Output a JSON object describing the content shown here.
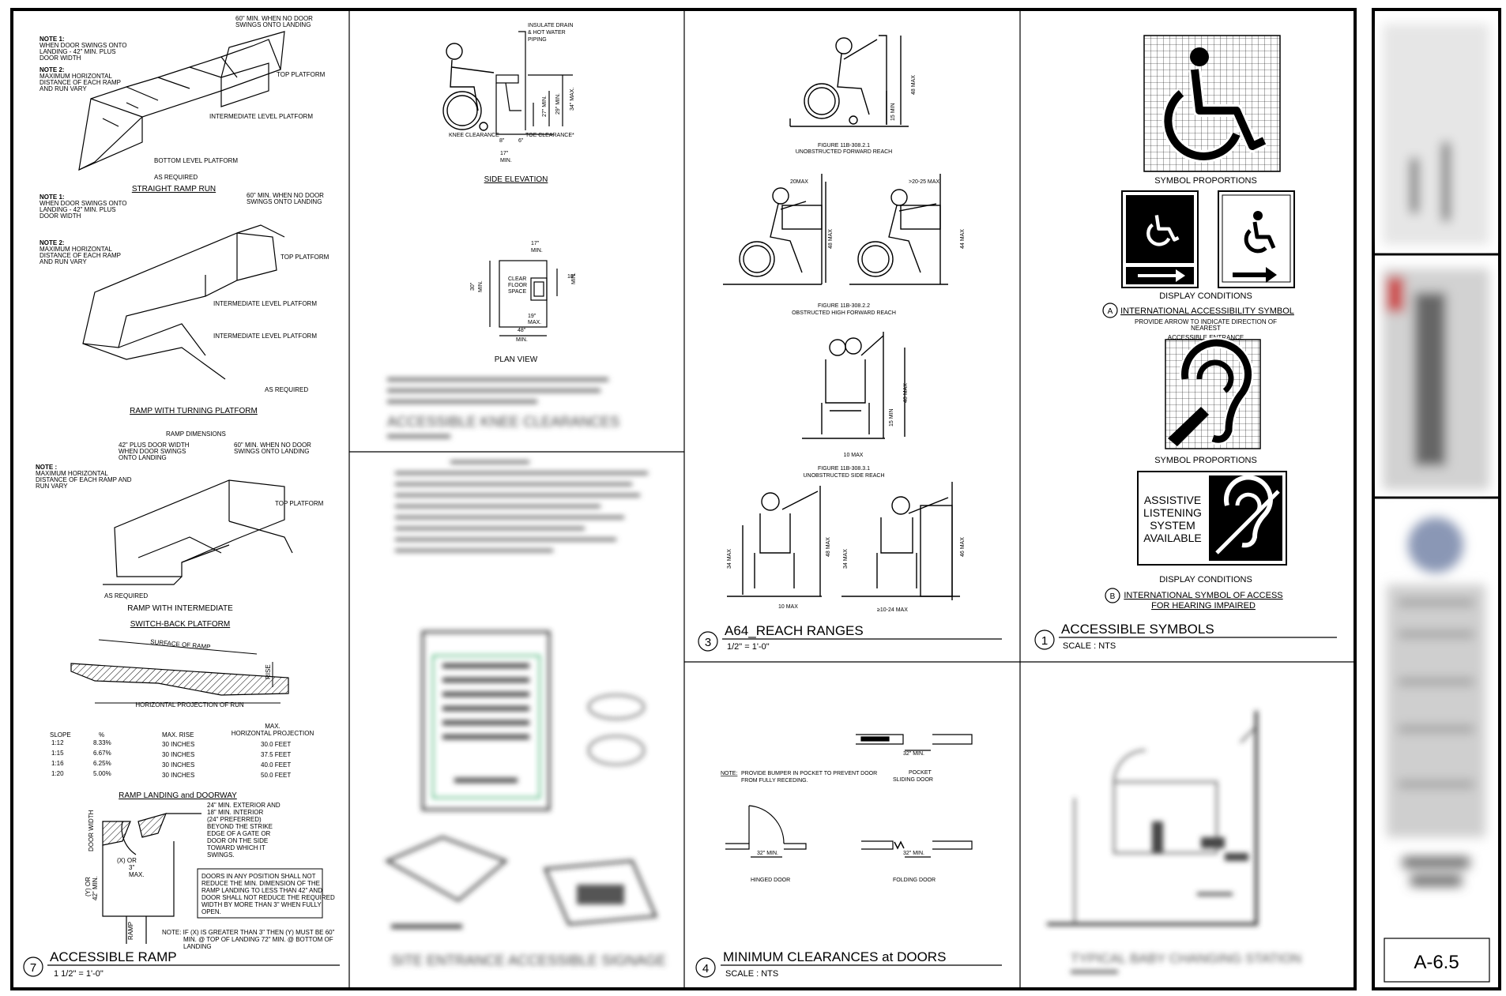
{
  "sheet_number": "A-6.5",
  "panels": {
    "ramp": {
      "number": "7",
      "title": "ACCESSIBLE RAMP",
      "scale": "1 1/2\" = 1'-0\"",
      "straight_run": {
        "caption": "STRAIGHT RAMP RUN",
        "note1": [
          "NOTE 1:",
          "WHEN DOOR SWINGS ONTO",
          "LANDING - 42\" MIN. PLUS",
          "DOOR WIDTH"
        ],
        "note2": [
          "NOTE 2:",
          "MAXIMUM HORIZONTAL",
          "DISTANCE OF EACH RAMP",
          "AND RUN VARY"
        ],
        "top_note": [
          "60\" MIN. WHEN NO DOOR",
          "SWINGS ONTO LANDING"
        ],
        "labels": [
          "TOP PLATFORM",
          "INTERMEDIATE LEVEL PLATFORM",
          "BOTTOM LEVEL PLATFORM",
          "AS REQUIRED"
        ]
      },
      "turning": {
        "caption": "RAMP WITH TURNING PLATFORM",
        "labels": [
          "TOP PLATFORM",
          "INTERMEDIATE LEVEL PLATFORM",
          "INTERMEDIATE LEVEL PLATFORM",
          "AS REQUIRED"
        ]
      },
      "switchback": {
        "caption1": "RAMP WITH INTERMEDIATE",
        "caption2": "SWITCH-BACK PLATFORM",
        "header": "RAMP DIMENSIONS",
        "left_note": [
          "42\" PLUS DOOR WIDTH",
          "WHEN DOOR SWINGS",
          "ONTO LANDING"
        ],
        "right_note": [
          "60\" MIN. WHEN NO DOOR",
          "SWINGS ONTO LANDING"
        ],
        "note": [
          "NOTE :",
          "MAXIMUM HORIZONTAL",
          "DISTANCE OF EACH RAMP AND",
          "RUN VARY"
        ],
        "labels": [
          "TOP PLATFORM",
          "AS REQUIRED"
        ]
      },
      "slope": {
        "surface_label": "SURFACE OF RAMP",
        "rise_label": "RISE",
        "projection_label": "HORIZONTAL PROJECTION OF RUN",
        "headers": [
          "SLOPE",
          "%",
          "MAX. RISE",
          "MAX.",
          "HORIZONTAL PROJECTION"
        ],
        "rows": [
          [
            "1:12",
            "8.33%",
            "30 INCHES",
            "30.0 FEET"
          ],
          [
            "1:15",
            "6.67%",
            "30 INCHES",
            "37.5 FEET"
          ],
          [
            "1:16",
            "6.25%",
            "30 INCHES",
            "40.0 FEET"
          ],
          [
            "1:20",
            "5.00%",
            "30 INCHES",
            "50.0 FEET"
          ]
        ]
      },
      "landing": {
        "caption": "RAMP LANDING and DOORWAY",
        "min_note": [
          "24\" MIN. EXTERIOR AND",
          "18\" MIN. INTERIOR",
          "(24\" PREFERRED)",
          "BEYOND THE STRIKE",
          "EDGE OF A GATE OR",
          "DOOR ON THE SIDE",
          "TOWARD WHICH IT",
          "SWINGS."
        ],
        "boxed_note": [
          "DOORS IN ANY POSITION SHALL NOT",
          "REDUCE THE MIN. DIMENSION OF THE",
          "RAMP LANDING TO LESS THAN 42\" AND",
          "DOOR SHALL NOT REDUCE THE REQUIRED",
          "WIDTH BY MORE THAN 3\" WHEN FULLY",
          "OPEN."
        ],
        "bottom_note": [
          "NOTE:   IF (X) IS GREATER THAN 3\" THEN (Y) MUST BE  60\"",
          "MIN. @ TOP OF LANDING 72\" MIN. @ BOTTOM OF",
          "LANDING"
        ],
        "labels": [
          "DOOR WIDTH",
          "(X) OR",
          "3\"",
          "MAX.",
          "(Y) OR",
          "42\" MIN.",
          "RAMP"
        ]
      }
    },
    "knee": {
      "top_note": [
        "INSULATE DRAIN",
        "& HOT WATER",
        "PIPING"
      ],
      "knee_clearance": "KNEE CLEARANCE",
      "toe_clearance": "TOE CLEARANCE*",
      "dims": [
        "29\" MIN.",
        "27\" MIN.",
        "34\" MAX.",
        "17\"",
        "MIN.",
        "8\"",
        "6\""
      ],
      "side_elevation": "SIDE ELEVATION",
      "plan_dims": [
        "17\"",
        "MIN.",
        "30\"",
        "MIN.",
        "18\"",
        "MIN.",
        "19\"",
        "MAX.",
        "48\"",
        "MIN."
      ],
      "clear_floor": [
        "CLEAR",
        "FLOOR",
        "SPACE"
      ],
      "plan_view": "PLAN VIEW",
      "blurred_title": "ACCESSIBLE KNEE CLEARANCES"
    },
    "signage": {
      "blurred_title": "SITE ENTRANCE ACCESSIBLE SIGNAGE"
    },
    "reach": {
      "number": "3",
      "title": "A64_REACH RANGES",
      "scale": "1/2\" = 1'-0\"",
      "fig1": [
        "FIGURE 11B-308.2.1",
        "UNOBSTRUCTED FORWARD REACH"
      ],
      "fig1_dims": [
        "48 MAX",
        "15 MIN"
      ],
      "fig2": [
        "FIGURE 11B-308.2.2",
        "OBSTRUCTED HIGH FORWARD REACH"
      ],
      "fig2_dims": [
        "20MAX",
        ">20-25 MAX",
        "48 MAX",
        "44 MAX"
      ],
      "fig3": [
        "FIGURE 11B-308.3.1",
        "UNOBSTRUCTED SIDE REACH"
      ],
      "fig3_dims": [
        "48 MAX",
        "15 MIN",
        "10 MAX"
      ],
      "fig4_dims": [
        "34 MAX",
        "48 MAX",
        "34 MAX",
        "46 MAX",
        "10 MAX",
        "≥10-24 MAX"
      ]
    },
    "symbols": {
      "number": "1",
      "title": "ACCESSIBLE SYMBOLS",
      "scale": "SCALE : NTS",
      "proportions1": "SYMBOL PROPORTIONS",
      "display1": "DISPLAY CONDITIONS",
      "a_letter": "A",
      "a_title": "INTERNATIONAL ACCESSIBILITY SYMBOL",
      "a_sub": [
        "PROVIDE ARROW TO INDICATE DIRECTION OF",
        "NEAREST",
        "ACCESSIBLE ENTRANCE"
      ],
      "proportions2": "SYMBOL PROPORTIONS",
      "assistive": [
        "ASSISTIVE",
        "LISTENING",
        "SYSTEM",
        "AVAILABLE"
      ],
      "display2": "DISPLAY CONDITIONS",
      "b_letter": "B",
      "b_title1": "INTERNATIONAL SYMBOL OF ACCESS",
      "b_title2": "FOR HEARING IMPAIRED"
    },
    "doors": {
      "number": "4",
      "title": "MINIMUM CLEARANCES at DOORS",
      "scale": "SCALE : NTS",
      "note_label": "NOTE:",
      "note": [
        "PROVIDE BUMPER IN POCKET TO PREVENT DOOR",
        "FROM FULLY RECEDING."
      ],
      "dim": "32\" MIN.",
      "pocket": [
        "POCKET",
        "SLIDING DOOR"
      ],
      "hinged": "HINGED DOOR",
      "folding": "FOLDING DOOR"
    },
    "baby": {
      "blurred_title": "TYPICAL BABY CHANGING STATION"
    }
  }
}
